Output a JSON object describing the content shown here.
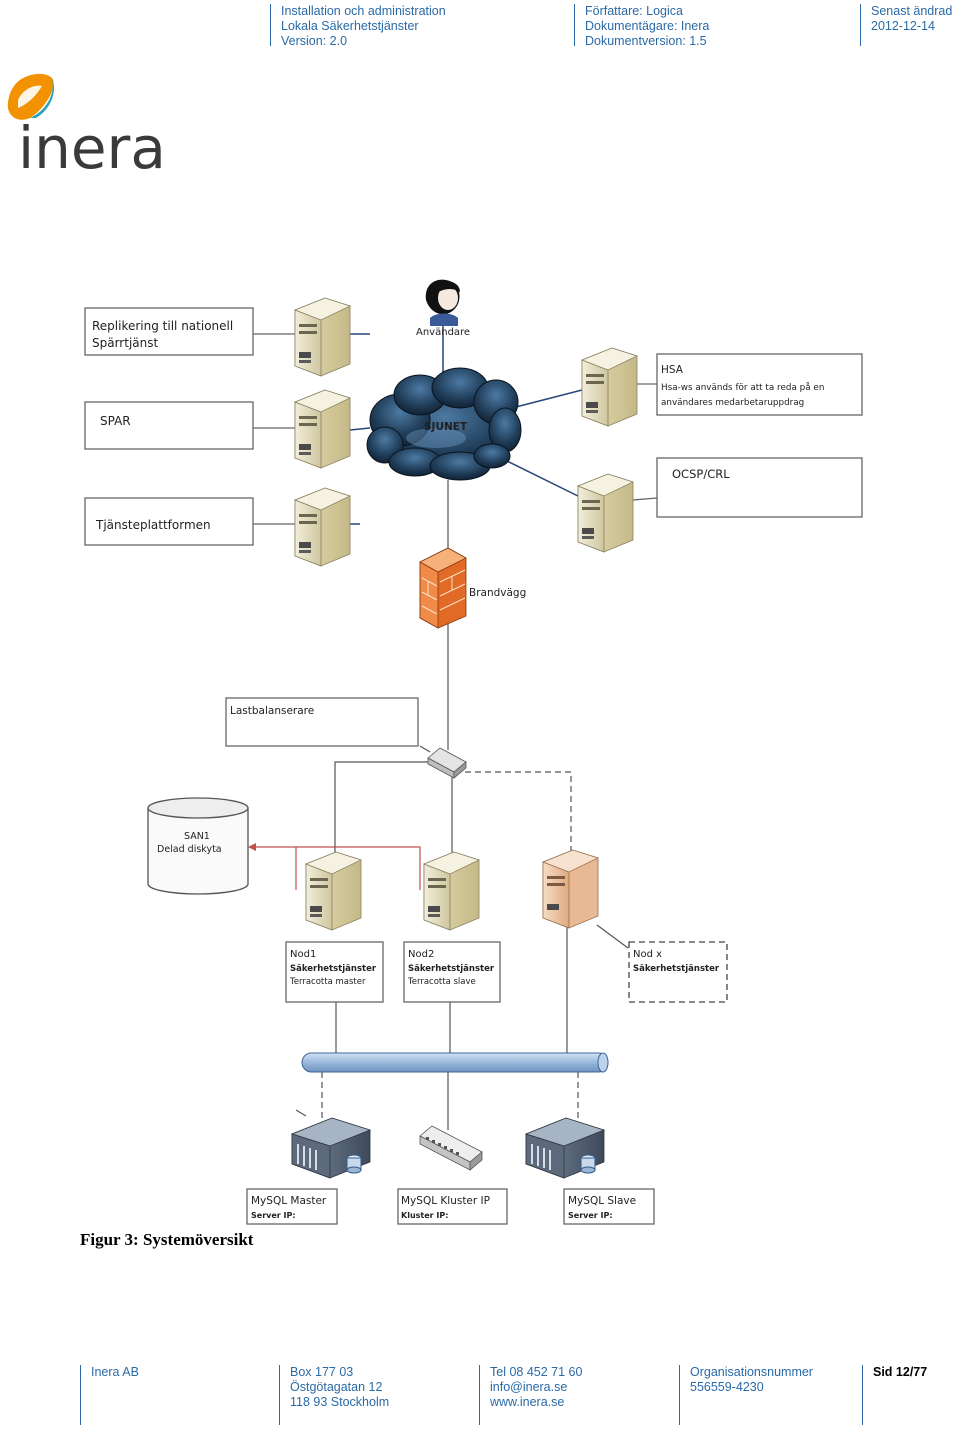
{
  "header": {
    "col1": [
      "Installation och administration",
      "Lokala Säkerhetstjänster",
      "Version: 2.0"
    ],
    "col2": [
      "Författare: Logica",
      "Dokumentägare: Inera",
      "Dokumentversion: 1.5"
    ],
    "col3": [
      "Senast ändrad",
      "2012-12-14"
    ]
  },
  "logo": {
    "text": "inera"
  },
  "diagram": {
    "replikering": [
      "Replikering till nationell",
      "Spärrtjänst"
    ],
    "spar": "SPAR",
    "tjanst": "Tjänsteplattformen",
    "anvandare": "Användare",
    "sjunet": "SJUNET",
    "hsa": {
      "title": "HSA",
      "line1": "Hsa-ws används för att ta reda på en",
      "line2": "användares medarbetaruppdrag"
    },
    "ocsp": "OCSP/CRL",
    "brandvagg": "Brandvägg",
    "lastbalanserare": "Lastbalanserare",
    "san": {
      "title": "SAN1",
      "subtitle": "Delad diskyta"
    },
    "nod1": {
      "title": "Nod1",
      "line1": "Säkerhetstjänster",
      "line2": "Terracotta master"
    },
    "nod2": {
      "title": "Nod2",
      "line1": "Säkerhetstjänster",
      "line2": "Terracotta slave"
    },
    "nodx": {
      "title": "Nod x",
      "line1": "Säkerhetstjänster"
    },
    "mysql_master": {
      "title": "MySQL Master",
      "sub": "Server IP:"
    },
    "mysql_kluster": {
      "title": "MySQL Kluster IP",
      "sub": "Kluster IP:"
    },
    "mysql_slave": {
      "title": "MySQL Slave",
      "sub": "Server IP:"
    }
  },
  "caption": "Figur 3: Systemöversikt",
  "footer": {
    "col1": [
      "Inera AB"
    ],
    "col2": [
      "Box 177 03",
      "Östgötagatan 12",
      "118 93 Stockholm"
    ],
    "col3": [
      "Tel 08 452 71 60",
      "info@inera.se",
      "www.inera.se"
    ],
    "col4": [
      "Organisationsnummer",
      "556559-4230"
    ],
    "page": "Sid 12/77"
  },
  "colors": {
    "header_blue": "#2a6aa6",
    "logo_orange": "#f39200",
    "logo_teal": "#2aa3b8",
    "logo_text": "#3a3a3a"
  }
}
